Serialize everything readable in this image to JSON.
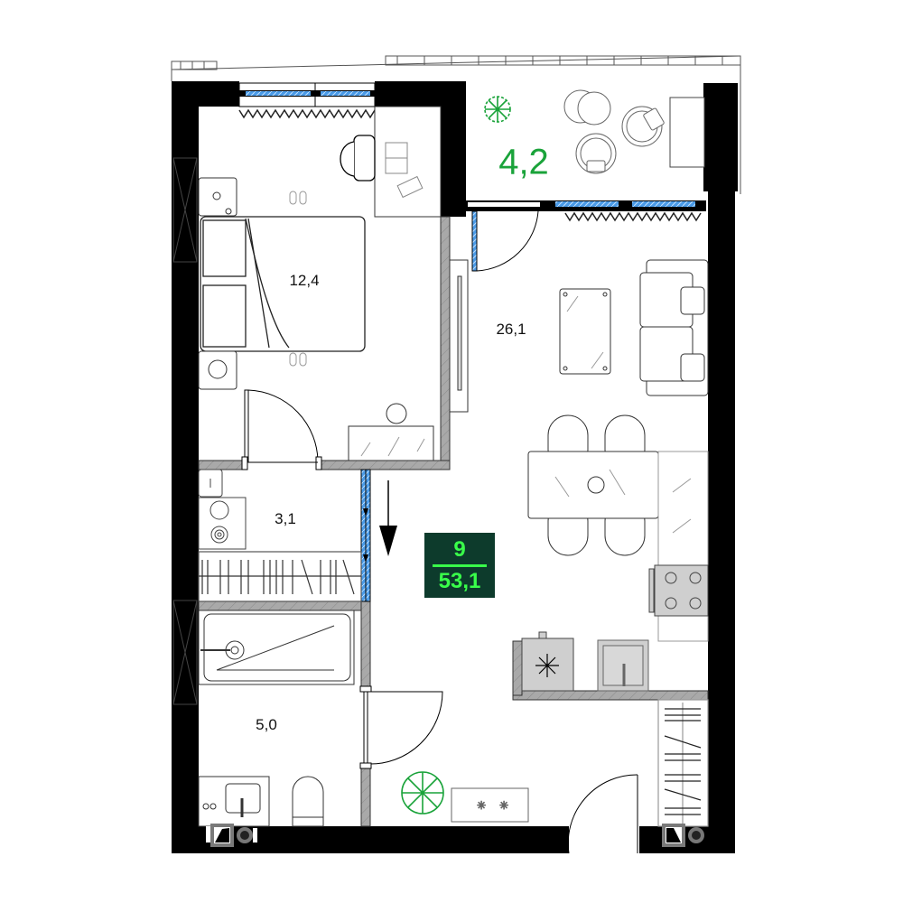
{
  "plan": {
    "type": "apartment-floor-plan",
    "apartment_badge": {
      "rooms_count": "9",
      "total_area": "53,1",
      "background_color": "#0d3b2c",
      "text_color": "#39ff4a"
    },
    "rooms": [
      {
        "id": "bedroom",
        "area": "12,4"
      },
      {
        "id": "living-kitchen",
        "area": "26,1"
      },
      {
        "id": "balcony",
        "area": "4,2"
      },
      {
        "id": "wardrobe-laundry",
        "area": "3,1"
      },
      {
        "id": "bathroom",
        "area": "5,0"
      }
    ],
    "colors": {
      "wall": "#000000",
      "partition": "#a9a9a9",
      "window_glass": "#4a9be8",
      "plant": "#1aa33a",
      "appliance": "#cfcfcf"
    },
    "icons": [
      "entrance-arrow-icon",
      "plant-icon",
      "snowflake-icon",
      "stove-icon",
      "sink-icon",
      "bathtub-icon",
      "toilet-icon",
      "bed-icon",
      "sofa-icon",
      "dining-table-icon",
      "armchair-icon",
      "desk-icon",
      "tv-stand-icon"
    ]
  }
}
